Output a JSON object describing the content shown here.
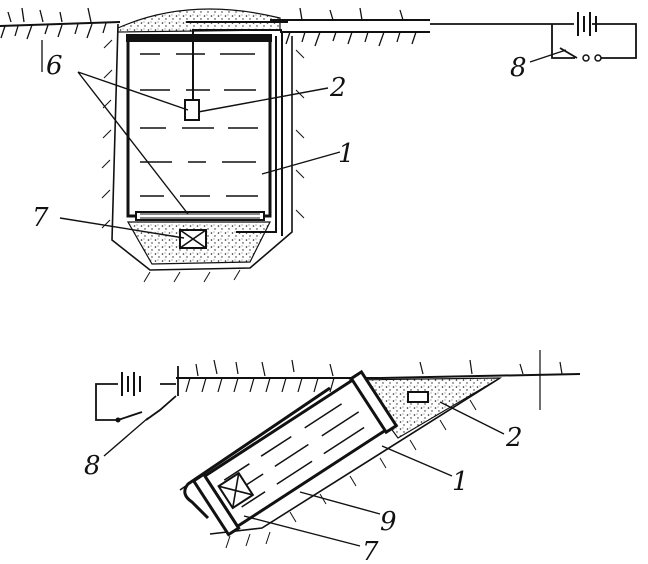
{
  "labels": {
    "tank": "1",
    "sensor": "2",
    "electrodes": "6",
    "charge": "7",
    "switch": "8",
    "casing": "9"
  },
  "icons": [
    "battery-icon",
    "switch-icon",
    "sensor-icon",
    "charge-icon"
  ],
  "colors": {
    "ink": "#111111",
    "background": "#ffffff"
  }
}
